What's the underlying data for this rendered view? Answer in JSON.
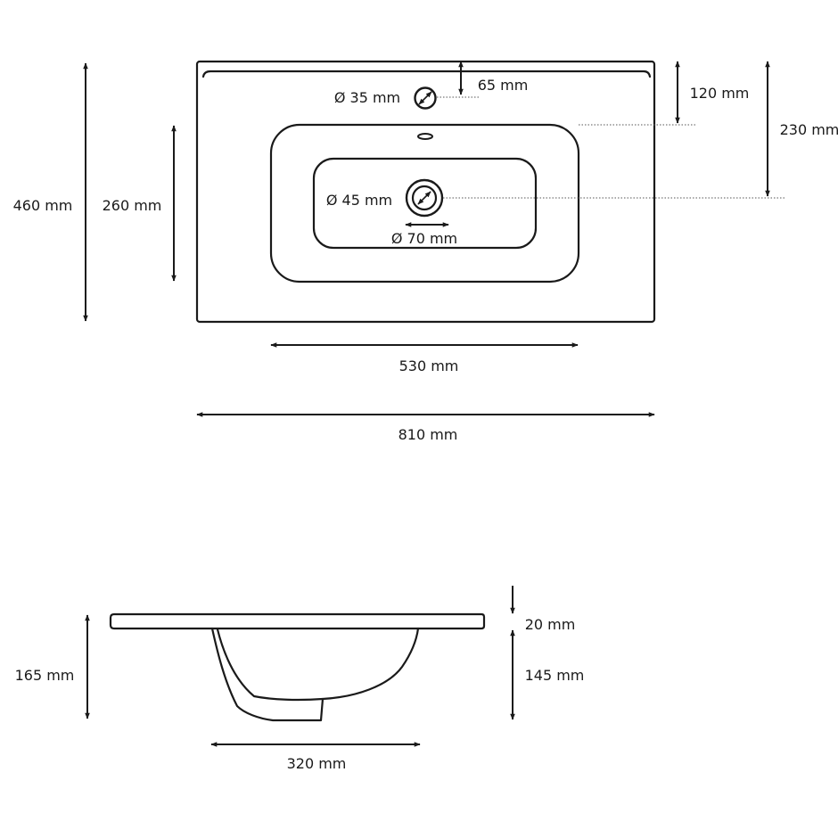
{
  "colors": {
    "line": "#1a1a1a",
    "background": "#ffffff"
  },
  "top_view": {
    "overall_width": "810 mm",
    "overall_depth": "460 mm",
    "basin_depth": "260 mm",
    "basin_width": "530 mm",
    "tap_hole_diameter": "Ø 35 mm",
    "tap_hole_offset": "65 mm",
    "back_to_basin": "120 mm",
    "back_to_drain": "230 mm",
    "drain_inner_diameter": "Ø 45 mm",
    "drain_outer_diameter": "Ø 70 mm"
  },
  "side_view": {
    "total_height": "165 mm",
    "top_thickness": "20 mm",
    "bowl_height": "145 mm",
    "bowl_width": "320 mm"
  }
}
